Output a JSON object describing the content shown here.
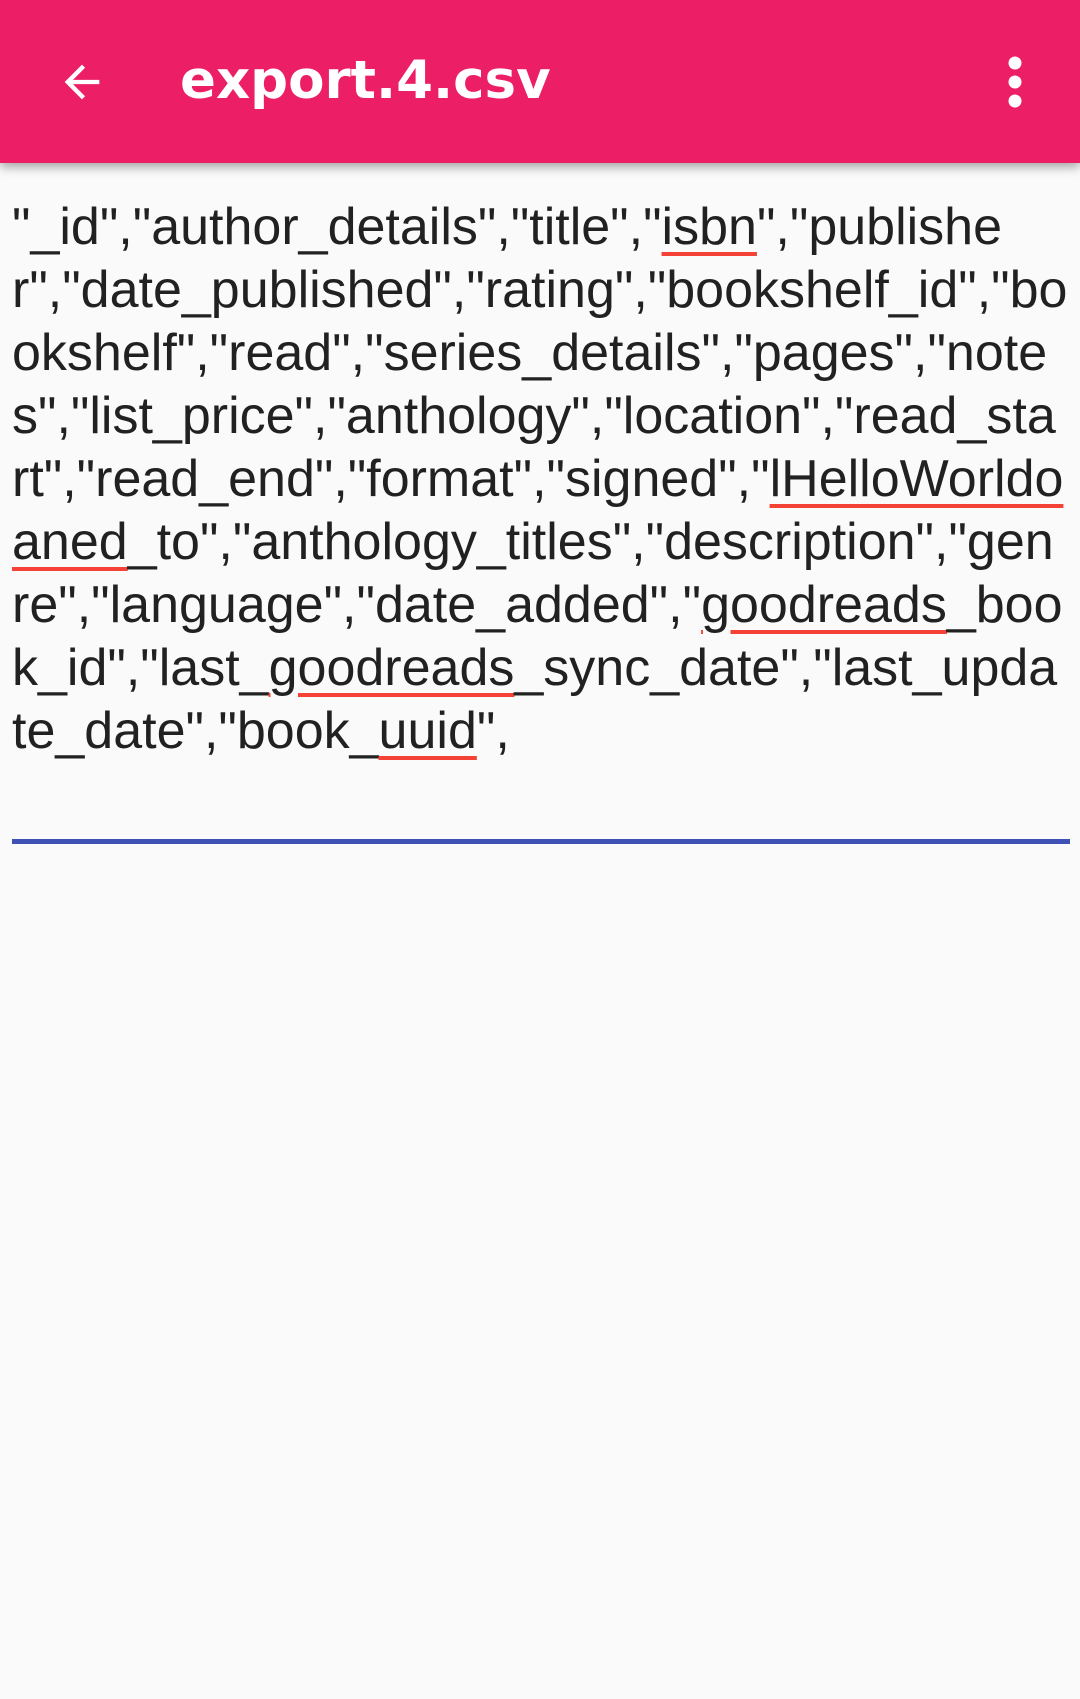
{
  "appbar": {
    "title": "export.4.csv",
    "back_icon": "arrow-back-icon",
    "menu_icon": "more-vert-icon",
    "background_color": "#ec1f66",
    "text_color": "#ffffff"
  },
  "editor": {
    "segments": [
      {
        "text": "\"_id\",\"author_details\",\"title\",\"",
        "misspelled": false
      },
      {
        "text": "isbn",
        "misspelled": true
      },
      {
        "text": "\",\"publisher\",\"date_published\",\"rating\",\"bookshelf_id\",\"bookshelf\",\"read\",\"series_details\",\"pages\",\"notes\",\"list_price\",\"anthology\",\"location\",\"read_start\",\"read_end\",\"format\",\"signed\",\"",
        "misspelled": false
      },
      {
        "text": "lHelloWorldoaned",
        "misspelled": true
      },
      {
        "text": "_to\",\"anthology_titles\",\"description\",\"genre\",\"language\",\"date_added\",\"",
        "misspelled": false
      },
      {
        "text": "goodreads",
        "misspelled": true
      },
      {
        "text": "_book_id\",\"last_",
        "misspelled": false
      },
      {
        "text": "goodreads",
        "misspelled": true
      },
      {
        "text": "_sync_date\",\"last_update_date\",\"book_",
        "misspelled": false
      },
      {
        "text": "uuid",
        "misspelled": true
      },
      {
        "text": "\",",
        "misspelled": false
      }
    ],
    "underline_color": "#3f51b5",
    "spellcheck_color": "#f44336"
  }
}
